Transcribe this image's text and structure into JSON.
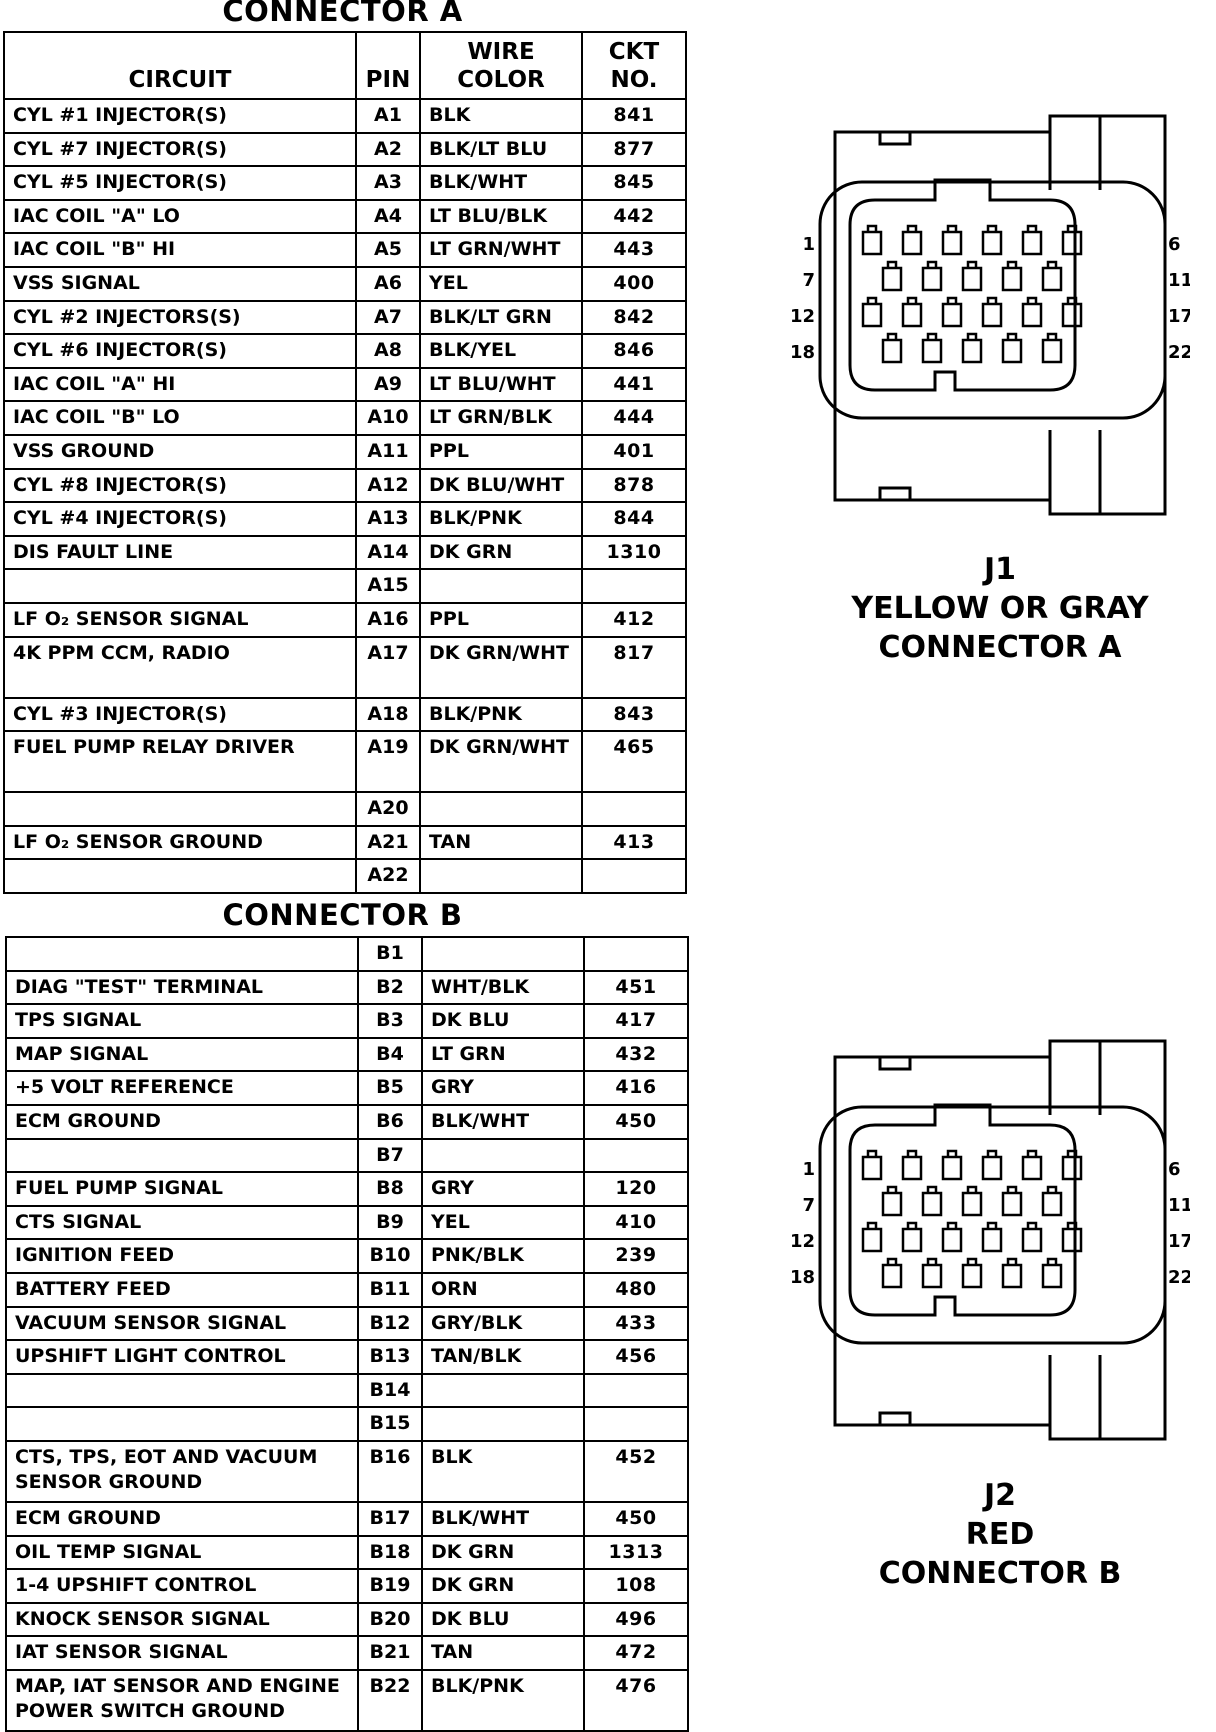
{
  "connector_a": {
    "title": "CONNECTOR A",
    "headers": {
      "circuit": "CIRCUIT",
      "pin": "PIN",
      "wire_color": "WIRE\nCOLOR",
      "ckt_no": "CKT\nNO."
    },
    "rows": [
      {
        "circuit": "CYL #1 INJECTOR(S)",
        "pin": "A1",
        "color": "BLK",
        "ckt": "841"
      },
      {
        "circuit": "CYL #7 INJECTOR(S)",
        "pin": "A2",
        "color": "BLK/LT BLU",
        "ckt": "877"
      },
      {
        "circuit": "CYL #5 INJECTOR(S)",
        "pin": "A3",
        "color": "BLK/WHT",
        "ckt": "845"
      },
      {
        "circuit": "IAC COIL \"A\" LO",
        "pin": "A4",
        "color": "LT BLU/BLK",
        "ckt": "442"
      },
      {
        "circuit": "IAC COIL \"B\" HI",
        "pin": "A5",
        "color": "LT GRN/WHT",
        "ckt": "443"
      },
      {
        "circuit": "VSS SIGNAL",
        "pin": "A6",
        "color": "YEL",
        "ckt": "400"
      },
      {
        "circuit": "CYL #2 INJECTORS(S)",
        "pin": "A7",
        "color": "BLK/LT GRN",
        "ckt": "842"
      },
      {
        "circuit": "CYL #6 INJECTOR(S)",
        "pin": "A8",
        "color": "BLK/YEL",
        "ckt": "846"
      },
      {
        "circuit": "IAC COIL \"A\" HI",
        "pin": "A9",
        "color": "LT BLU/WHT",
        "ckt": "441"
      },
      {
        "circuit": "IAC COIL \"B\" LO",
        "pin": "A10",
        "color": "LT GRN/BLK",
        "ckt": "444"
      },
      {
        "circuit": "VSS GROUND",
        "pin": "A11",
        "color": "PPL",
        "ckt": "401"
      },
      {
        "circuit": "CYL #8 INJECTOR(S)",
        "pin": "A12",
        "color": "DK BLU/WHT",
        "ckt": "878"
      },
      {
        "circuit": "CYL #4 INJECTOR(S)",
        "pin": "A13",
        "color": "BLK/PNK",
        "ckt": "844"
      },
      {
        "circuit": "DIS FAULT LINE",
        "pin": "A14",
        "color": "DK GRN",
        "ckt": "1310"
      },
      {
        "circuit": "",
        "pin": "A15",
        "color": "",
        "ckt": ""
      },
      {
        "circuit": "LF O₂ SENSOR SIGNAL",
        "pin": "A16",
        "color": "PPL",
        "ckt": "412"
      },
      {
        "circuit": "4K PPM CCM, RADIO",
        "pin": "A17",
        "color": "DK GRN/WHT",
        "ckt": "817",
        "tall": true
      },
      {
        "circuit": "CYL  #3 INJECTOR(S)",
        "pin": "A18",
        "color": "BLK/PNK",
        "ckt": "843"
      },
      {
        "circuit": "FUEL PUMP RELAY DRIVER",
        "pin": "A19",
        "color": "DK GRN/WHT",
        "ckt": "465",
        "tall": true
      },
      {
        "circuit": "",
        "pin": "A20",
        "color": "",
        "ckt": ""
      },
      {
        "circuit": "LF O₂ SENSOR GROUND",
        "pin": "A21",
        "color": "TAN",
        "ckt": "413"
      },
      {
        "circuit": "",
        "pin": "A22",
        "color": "",
        "ckt": ""
      }
    ]
  },
  "connector_b": {
    "title": "CONNECTOR B",
    "rows": [
      {
        "circuit": "",
        "pin": "B1",
        "color": "",
        "ckt": ""
      },
      {
        "circuit": "DIAG \"TEST\" TERMINAL",
        "pin": "B2",
        "color": "WHT/BLK",
        "ckt": "451"
      },
      {
        "circuit": "TPS SIGNAL",
        "pin": "B3",
        "color": "DK BLU",
        "ckt": "417"
      },
      {
        "circuit": "MAP SIGNAL",
        "pin": "B4",
        "color": "LT GRN",
        "ckt": "432"
      },
      {
        "circuit": "+5 VOLT REFERENCE",
        "pin": "B5",
        "color": "GRY",
        "ckt": "416"
      },
      {
        "circuit": "ECM GROUND",
        "pin": "B6",
        "color": "BLK/WHT",
        "ckt": "450"
      },
      {
        "circuit": "",
        "pin": "B7",
        "color": "",
        "ckt": ""
      },
      {
        "circuit": "FUEL PUMP SIGNAL",
        "pin": "B8",
        "color": "GRY",
        "ckt": "120"
      },
      {
        "circuit": "CTS SIGNAL",
        "pin": "B9",
        "color": "YEL",
        "ckt": "410"
      },
      {
        "circuit": "IGNITION FEED",
        "pin": "B10",
        "color": "PNK/BLK",
        "ckt": "239"
      },
      {
        "circuit": "BATTERY FEED",
        "pin": "B11",
        "color": "ORN",
        "ckt": "480"
      },
      {
        "circuit": "VACUUM SENSOR SIGNAL",
        "pin": "B12",
        "color": "GRY/BLK",
        "ckt": "433"
      },
      {
        "circuit": "UPSHIFT LIGHT CONTROL",
        "pin": "B13",
        "color": "TAN/BLK",
        "ckt": "456"
      },
      {
        "circuit": "",
        "pin": "B14",
        "color": "",
        "ckt": ""
      },
      {
        "circuit": "",
        "pin": "B15",
        "color": "",
        "ckt": ""
      },
      {
        "circuit": "CTS, TPS, EOT AND VACUUM\nSENSOR GROUND",
        "pin": "B16",
        "color": "BLK",
        "ckt": "452",
        "tall": true
      },
      {
        "circuit": "ECM GROUND",
        "pin": "B17",
        "color": "BLK/WHT",
        "ckt": "450"
      },
      {
        "circuit": "OIL TEMP SIGNAL",
        "pin": "B18",
        "color": "DK GRN",
        "ckt": "1313"
      },
      {
        "circuit": "1-4 UPSHIFT CONTROL",
        "pin": "B19",
        "color": "DK GRN",
        "ckt": "108"
      },
      {
        "circuit": "KNOCK SENSOR SIGNAL",
        "pin": "B20",
        "color": "DK BLU",
        "ckt": "496"
      },
      {
        "circuit": "IAT SENSOR SIGNAL",
        "pin": "B21",
        "color": "TAN",
        "ckt": "472"
      },
      {
        "circuit": "MAP, IAT SENSOR AND ENGINE\nPOWER SWITCH GROUND",
        "pin": "B22",
        "color": "BLK/PNK",
        "ckt": "476",
        "tall": true
      }
    ]
  },
  "j1": {
    "id": "J1",
    "line1": "YELLOW OR GRAY",
    "line2": "CONNECTOR A",
    "pin_numbers": {
      "r1_left": "1",
      "r1_right": "6",
      "r2_left": "7",
      "r2_right": "11",
      "r3_left": "12",
      "r3_right": "17",
      "r4_left": "18",
      "r4_right": "22"
    }
  },
  "j2": {
    "id": "J2",
    "line1": "RED",
    "line2": "CONNECTOR B",
    "pin_numbers": {
      "r1_left": "1",
      "r1_right": "6",
      "r2_left": "7",
      "r2_right": "11",
      "r3_left": "12",
      "r3_right": "17",
      "r4_left": "18",
      "r4_right": "22"
    }
  }
}
